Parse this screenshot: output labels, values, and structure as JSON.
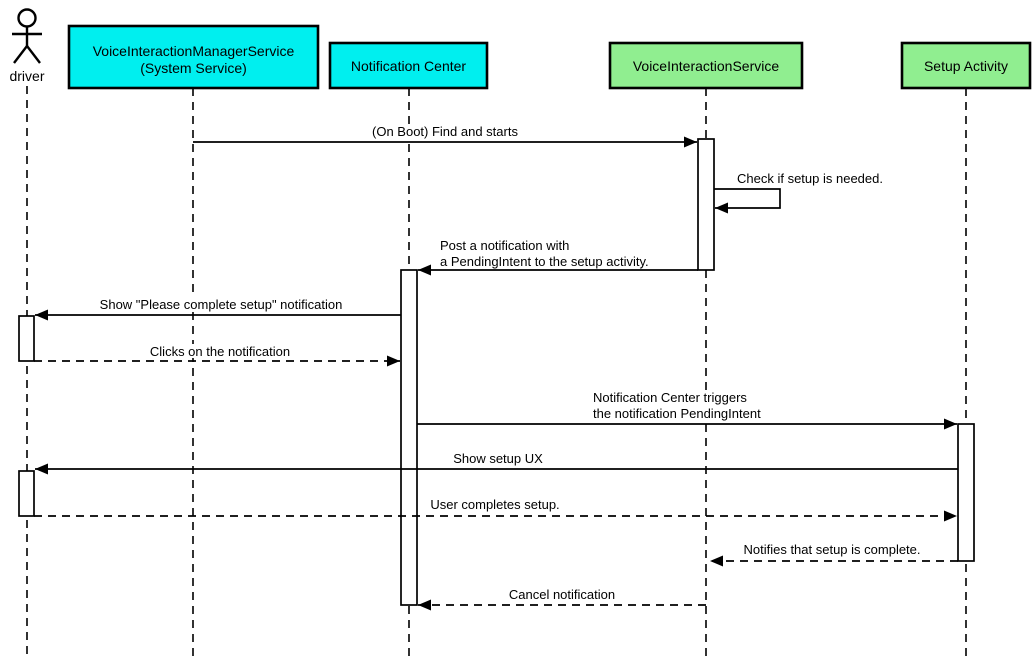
{
  "participants": [
    {
      "label": "driver",
      "type": "actor"
    },
    {
      "label_lines": [
        "VoiceInteractionManagerService",
        "(System Service)"
      ],
      "type": "object",
      "fill": "cyan"
    },
    {
      "label_lines": [
        "Notification Center"
      ],
      "type": "object",
      "fill": "cyan"
    },
    {
      "label_lines": [
        "VoiceInteractionService"
      ],
      "type": "object",
      "fill": "green"
    },
    {
      "label_lines": [
        "Setup Activity"
      ],
      "type": "object",
      "fill": "green"
    }
  ],
  "messages": [
    {
      "lines": [
        "(On Boot) Find and starts"
      ],
      "from": "VoiceInteractionManagerService (System Service)",
      "to": "VoiceInteractionService",
      "style": "solid"
    },
    {
      "lines": [
        "Check if setup is needed."
      ],
      "from": "VoiceInteractionService",
      "to": "VoiceInteractionService",
      "style": "solid"
    },
    {
      "lines": [
        "Post a notification with",
        "a PendingIntent to the setup activity."
      ],
      "from": "VoiceInteractionService",
      "to": "Notification Center",
      "style": "solid"
    },
    {
      "lines": [
        "Show \"Please complete setup\" notification"
      ],
      "from": "Notification Center",
      "to": "driver",
      "style": "solid"
    },
    {
      "lines": [
        "Clicks on the notification"
      ],
      "from": "driver",
      "to": "Notification Center",
      "style": "dashed"
    },
    {
      "lines": [
        "Notification Center triggers",
        "the notification PendingIntent"
      ],
      "from": "Notification Center",
      "to": "Setup Activity",
      "style": "solid"
    },
    {
      "lines": [
        "Show setup UX"
      ],
      "from": "Setup Activity",
      "to": "driver",
      "style": "solid"
    },
    {
      "lines": [
        "User completes setup."
      ],
      "from": "driver",
      "to": "Setup Activity",
      "style": "dashed"
    },
    {
      "lines": [
        "Notifies that setup is complete."
      ],
      "from": "Setup Activity",
      "to": "VoiceInteractionService",
      "style": "dashed"
    },
    {
      "lines": [
        "Cancel notification"
      ],
      "from": "VoiceInteractionService",
      "to": "Notification Center",
      "style": "dashed"
    }
  ],
  "colors": {
    "participant_cyan": "#00EFEF",
    "participant_green": "#90EE90",
    "line": "#000000",
    "background": "#FFFFFF"
  }
}
